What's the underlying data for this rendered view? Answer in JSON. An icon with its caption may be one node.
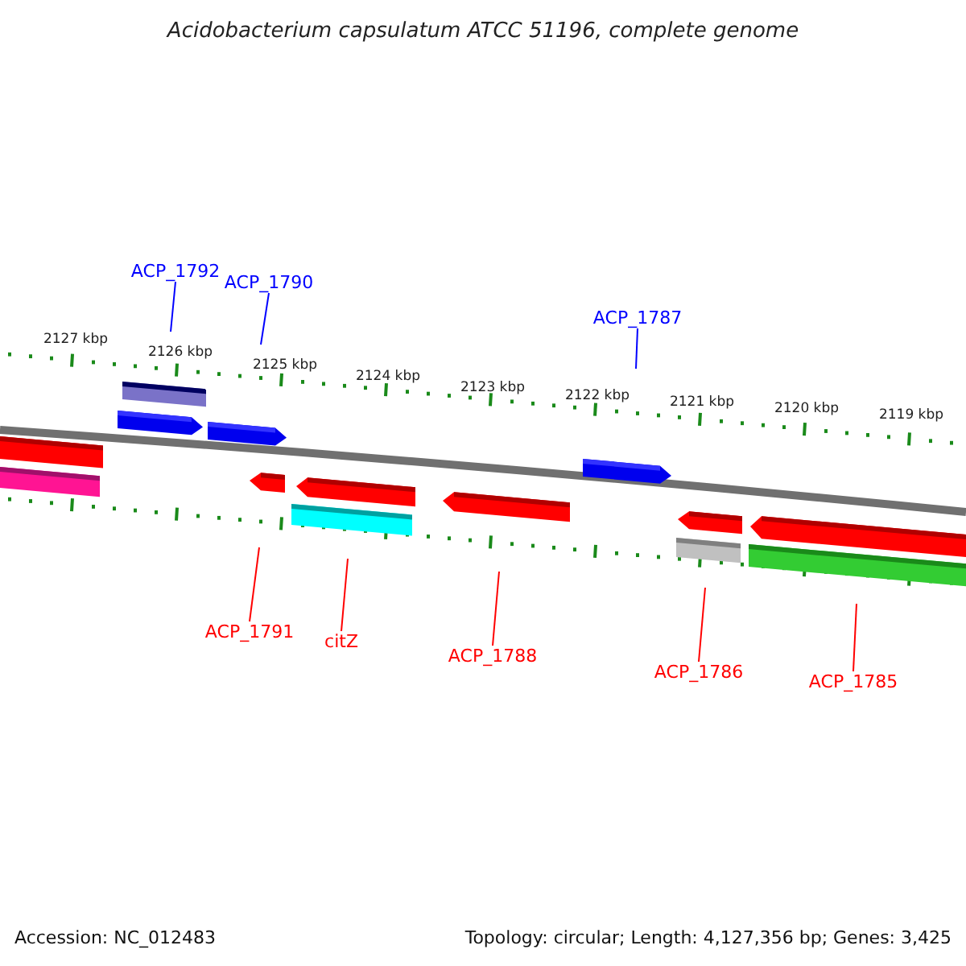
{
  "diagram": {
    "title": "Acidobacterium capsulatum ATCC 51196, complete genome",
    "nodes": [
      {
        "text": [
          "ACP_1792"
        ]
      },
      {
        "text": [
          "ACP_1790"
        ]
      },
      {
        "text": [
          "ACP_1787"
        ]
      },
      {
        "text": [
          "ACP_1791"
        ]
      },
      {
        "text": [
          "citZ"
        ]
      },
      {
        "text": [
          "ACP_1788"
        ]
      },
      {
        "text": [
          "ACP_1786"
        ]
      },
      {
        "text": [
          "ACP_1785"
        ]
      }
    ],
    "edges": [
      {
        "from": 0,
        "to": null,
        "arrow": "none",
        "color": "#0000ff"
      },
      {
        "from": 1,
        "to": null,
        "arrow": "none",
        "color": "#0000ff"
      },
      {
        "from": 2,
        "to": null,
        "arrow": "none",
        "color": "#0000ff"
      },
      {
        "from": 3,
        "to": null,
        "arrow": "none"
      },
      {
        "from": 4,
        "to": null,
        "arrow": "none"
      },
      {
        "from": 5,
        "to": null,
        "arrow": "none"
      },
      {
        "from": 6,
        "to": null,
        "arrow": "none"
      },
      {
        "from": 7,
        "to": null,
        "arrow": "none"
      }
    ],
    "labels": [
      "2127 kbp",
      "2126 kbp",
      "2125 kbp",
      "2124 kbp",
      "2123 kbp",
      "2122 kbp",
      "2121 kbp",
      "2120 kbp",
      "2119 kbp",
      "Accession: NC_012483",
      "Topology: circular; Length: 4,127,356 bp; Genes: 3,425"
    ]
  }
}
